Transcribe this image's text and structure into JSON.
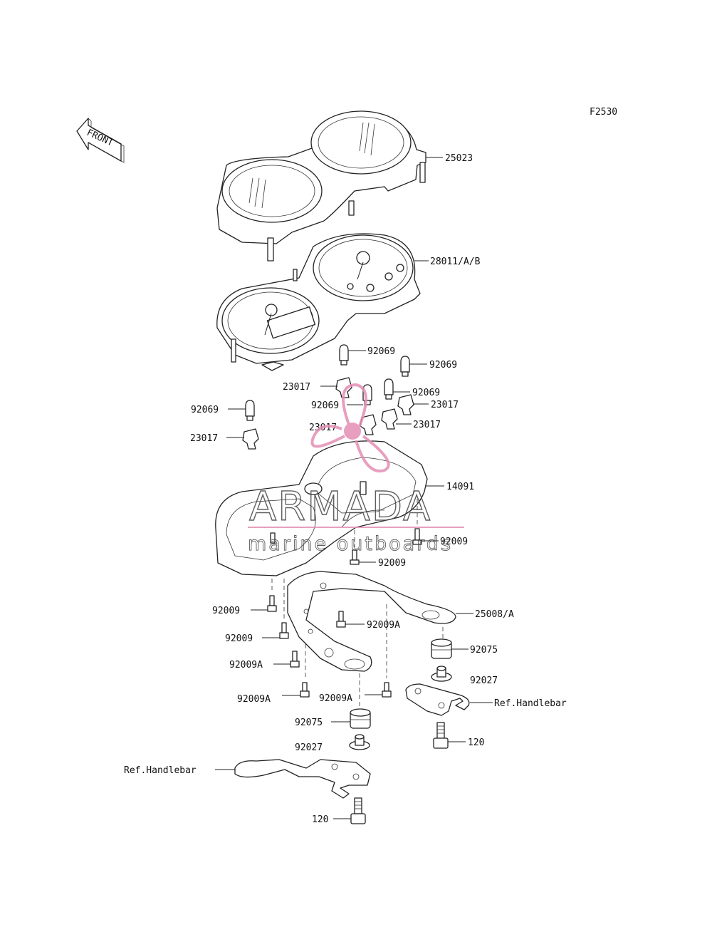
{
  "figure_code": "F2530",
  "front_label": "FRONT",
  "watermark": {
    "brand": "ARMADA",
    "tagline": "marine outboards",
    "logo_color": "#e58fb4"
  },
  "callouts": {
    "meter_cover": "25023",
    "meter_assy": "28011/A/B",
    "bulb_1": "92069",
    "bulb_2": "92069",
    "bulb_3": "92069",
    "bulb_4": "92069",
    "bulb_5": "92069",
    "socket_1": "23017",
    "socket_2": "23017",
    "socket_3": "23017",
    "socket_4": "23017",
    "meter_case": "14091",
    "screw_1": "92009",
    "screw_2": "92009",
    "screw_3": "92009",
    "screw_4": "92009",
    "bracket": "25008/A",
    "screw_a_1": "92009A",
    "screw_a_2": "92009A",
    "screw_a_3": "92009A",
    "screw_a_4": "92009A",
    "damper_1": "92075",
    "damper_2": "92075",
    "collar_1": "92027",
    "collar_2": "92027",
    "ref_handlebar_1": "Ref.Handlebar",
    "ref_handlebar_2": "Ref.Handlebar",
    "bolt_1": "120",
    "bolt_2": "120"
  }
}
